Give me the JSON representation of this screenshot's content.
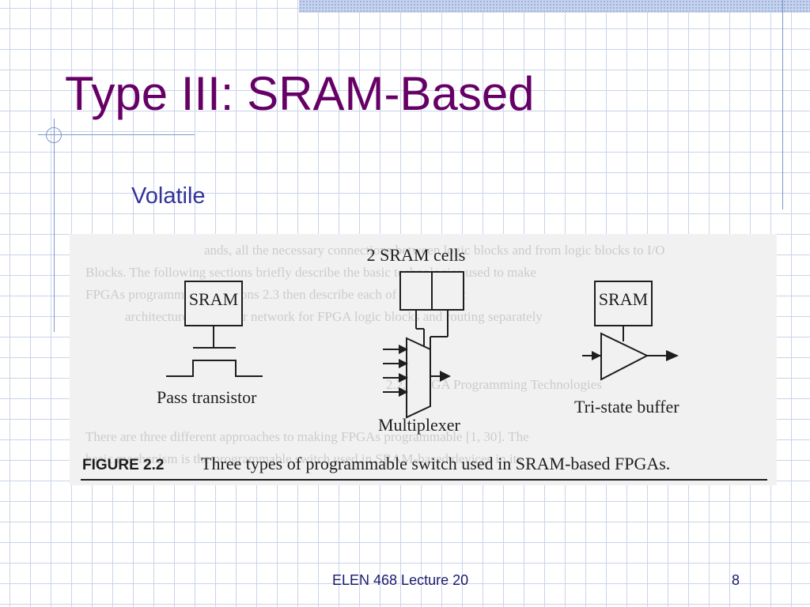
{
  "slide": {
    "title": "Type III: SRAM-Based",
    "subtitle": "Volatile",
    "footer": "ELEN 468 Lecture 20",
    "page_number": "8"
  },
  "figure": {
    "top_label": "2 SRAM cells",
    "sram_left_label": "SRAM",
    "sram_right_label": "SRAM",
    "pass_transistor_label": "Pass transistor",
    "multiplexer_label": "Multiplexer",
    "tristate_label": "Tri-state buffer",
    "caption_prefix": "FIGURE 2.2",
    "caption_text": "Three types of programmable switch used in SRAM-based FPGAs.",
    "background_text_lines": [
      "ands, all the necessary connections between logic blocks and from logic blocks to I/O",
      "Blocks. The following sections briefly describe the basic technologies used to make",
      "FPGAs programmable. Sections 2.3 then describe each of the different",
      "architectures and other network for FPGA logic blocks and routing separately",
      "2.2.1 FPGA Programming Technologies",
      "There are three different approaches to making FPGAs programmable [1, 30]. The",
      "basic mechanism is the programmable switch used in SRAM-based devices in its"
    ]
  }
}
